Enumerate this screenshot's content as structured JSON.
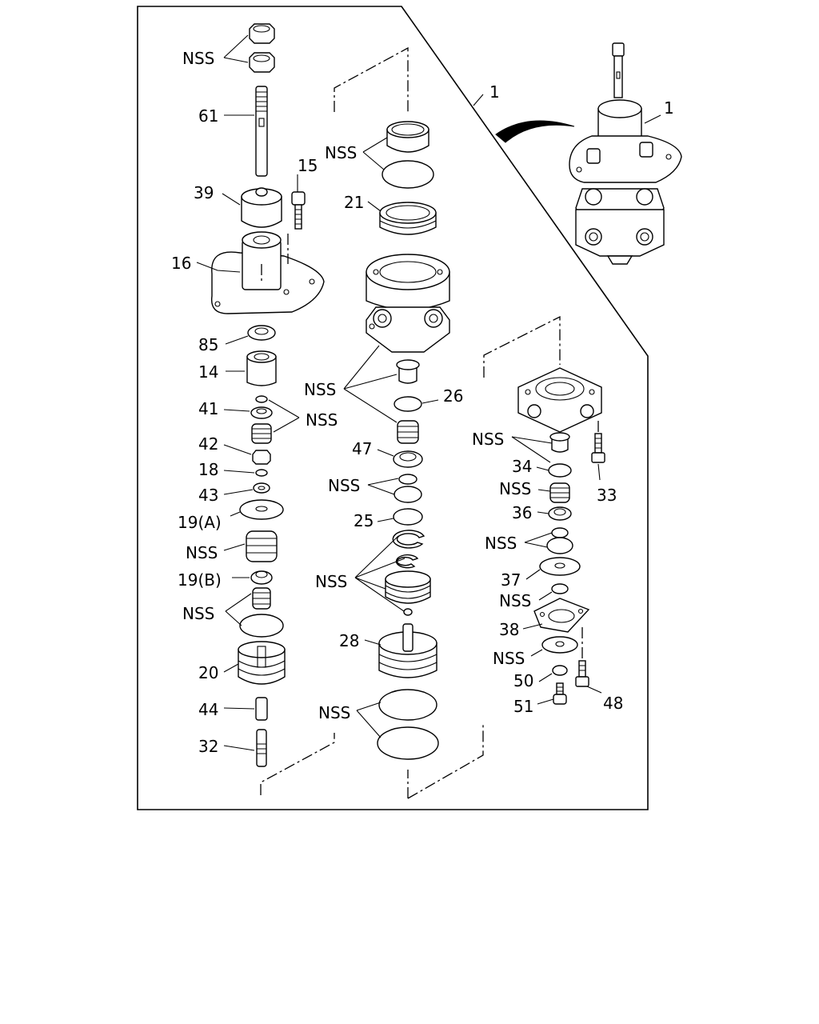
{
  "diagram": {
    "labels": {
      "nss_top": "NSS",
      "p61": "61",
      "p15": "15",
      "p39": "39",
      "p16": "16",
      "p85": "85",
      "p14": "14",
      "p41": "41",
      "nss_41": "NSS",
      "p42": "42",
      "p18": "18",
      "p43": "43",
      "p19a": "19(A)",
      "nss_19": "NSS",
      "p19b": "19(B)",
      "nss_20": "NSS",
      "p20": "20",
      "p44": "44",
      "p32": "32",
      "p1_center": "1",
      "p1_right": "1",
      "nss_21": "NSS",
      "p21": "21",
      "nss_26": "NSS",
      "p26": "26",
      "p47": "47",
      "nss_25": "NSS",
      "p25": "25",
      "nss_28": "NSS",
      "p28": "28",
      "nss_bottom": "NSS",
      "nss_34": "NSS",
      "p34": "34",
      "p33": "33",
      "nss_36": "NSS",
      "p36": "36",
      "nss_37": "NSS",
      "p37": "37",
      "nss_38": "NSS",
      "p38": "38",
      "nss_50": "NSS",
      "p50": "50",
      "p48": "48",
      "p51": "51"
    }
  }
}
